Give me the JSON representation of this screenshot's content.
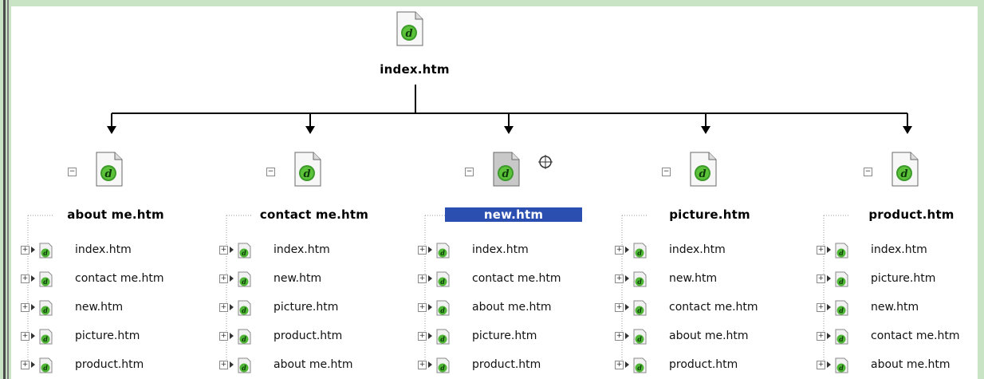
{
  "root": {
    "label": "index.htm"
  },
  "columns": [
    {
      "label": "about me.htm",
      "selected": false,
      "children": [
        "index.htm",
        "contact me.htm",
        "new.htm",
        "picture.htm",
        "product.htm"
      ]
    },
    {
      "label": "contact me.htm",
      "selected": false,
      "children": [
        "index.htm",
        "new.htm",
        "picture.htm",
        "product.htm",
        "about me.htm"
      ]
    },
    {
      "label": "new.htm",
      "selected": true,
      "children": [
        "index.htm",
        "contact me.htm",
        "about me.htm",
        "picture.htm",
        "product.htm"
      ]
    },
    {
      "label": "picture.htm",
      "selected": false,
      "children": [
        "index.htm",
        "new.htm",
        "contact me.htm",
        "about me.htm",
        "product.htm"
      ]
    },
    {
      "label": "product.htm",
      "selected": false,
      "children": [
        "index.htm",
        "picture.htm",
        "new.htm",
        "contact me.htm",
        "about me.htm"
      ]
    }
  ],
  "icons": {
    "file": "dreamweaver-file-icon",
    "expand": "plus-box-icon",
    "collapse": "minus-box-icon"
  },
  "colors": {
    "selection": "#2b4fb0",
    "app_border": "#c9e3c5"
  }
}
